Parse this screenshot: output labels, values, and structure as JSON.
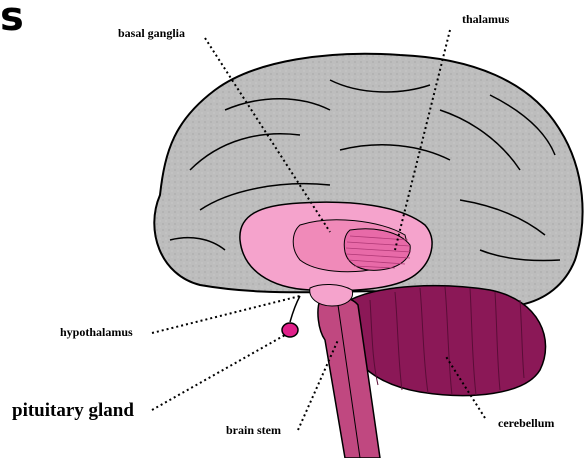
{
  "corner_text": "s",
  "labels": {
    "basal_ganglia": "basal ganglia",
    "thalamus": "thalamus",
    "hypothalamus": "hypothalamus",
    "pituitary_gland": "pituitary gland",
    "brain_stem": "brain stem",
    "cerebellum": "cerebellum"
  },
  "colors": {
    "cerebrum": "#bdbdbd",
    "basal_ganglia": "#f5a3cc",
    "thalamus": "#f08ab9",
    "pituitary": "#e0208a",
    "brain_stem": "#c04880",
    "cerebellum": "#8b1857"
  }
}
